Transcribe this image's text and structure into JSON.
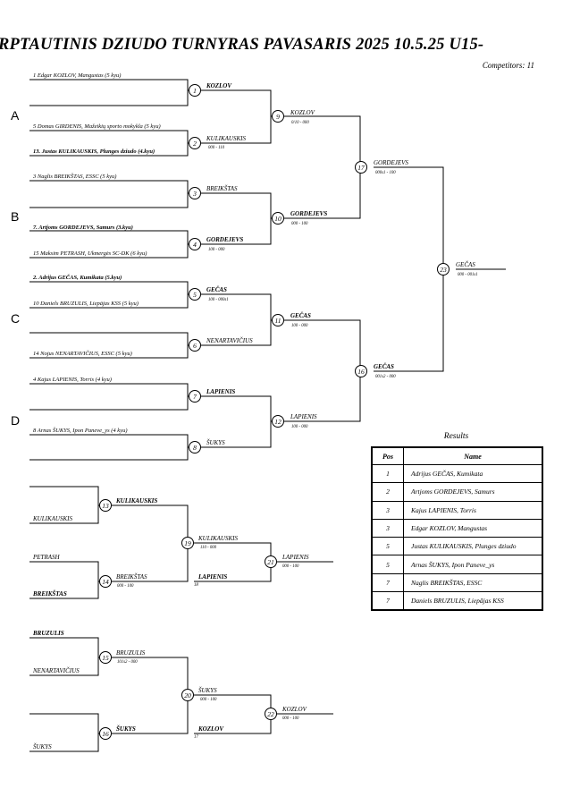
{
  "header": {
    "title": "RPTAUTINIS DZIUDO TURNYRAS PAVASARIS 2025  10.5.25     U15-",
    "competitors": "Competitors: 11"
  },
  "pools": [
    "A",
    "B",
    "C",
    "D"
  ],
  "entries": [
    "1  Edgar KOZLOV, Mangustas (5 kyu)",
    "5  Domas GIRDENIS, Mažeikių sporto mokykla (5 kyu)",
    "13. Justas KULIKAUSKIS, Plunges dziudo (4.kyu)",
    "3  Naglis BREIKŠTAS, ESSC (5 kyu)",
    "7. Artjoms GORDEJEVS, Samurs (3.kyu)",
    "15  Maksim PETRASH, Ukmergės SC-DK (6 kyu)",
    "2. Adrijus GEČAS, Kumikata (5.kyu)",
    "10  Daniels BRUZULIS, Liepājas KSS (5 kyu)",
    "14  Nojus NENARTAVIČIUS, ESSC (5 kyu)",
    "4  Kajus LAPIENIS, Torris (4 kyu)",
    "8  Arnas ŠUKYS, Ipon Paneve_ys (4 kyu)"
  ],
  "matches": {
    "m1": {
      "num": "1",
      "winner": "KOZLOV",
      "score": ""
    },
    "m2": {
      "num": "2",
      "winner": "KULIKAUSKIS",
      "score": "000 - 110"
    },
    "m3": {
      "num": "3",
      "winner": "BREIKŠTAS",
      "score": ""
    },
    "m4": {
      "num": "4",
      "winner": "GORDEJEVS",
      "score": "100 - 000"
    },
    "m5": {
      "num": "5",
      "winner": "GEČAS",
      "score": "100 - 000s1"
    },
    "m6": {
      "num": "6",
      "winner": "NENARTAVIČIUS",
      "score": ""
    },
    "m7": {
      "num": "7",
      "winner": "LAPIENIS",
      "score": ""
    },
    "m8": {
      "num": "8",
      "winner": "ŠUKYS",
      "score": ""
    },
    "m9": {
      "num": "9",
      "winner": "KOZLOV",
      "score": "0/10 - 000"
    },
    "m10": {
      "num": "10",
      "winner": "GORDEJEVS",
      "score": "000 - 100"
    },
    "m11": {
      "num": "11",
      "winner": "GEČAS",
      "score": "100 - 000"
    },
    "m12": {
      "num": "12",
      "winner": "LAPIENIS",
      "score": "100 - 000"
    },
    "m16": {
      "num": "16",
      "winner": "GEČAS",
      "score": "001s2 - 000"
    },
    "m17": {
      "num": "17",
      "winner": "GORDEJEVS",
      "score": "000s1 - 100"
    },
    "m23": {
      "num": "23",
      "winner": "GEČAS",
      "score": "000 - 001s1"
    }
  },
  "repechage_1": {
    "m13": {
      "num": "13",
      "top": "",
      "bottom": "KULIKAUSKIS",
      "winner": "KULIKAUSKIS"
    },
    "m14": {
      "num": "14",
      "top": "PETRASH",
      "bottom": "BREIKŠTAS",
      "winner": "BREIKŠTAS",
      "score": "000 - 100"
    },
    "m19": {
      "num": "19",
      "winner": "KULIKAUSKIS",
      "score": "110 - 000",
      "other": "LAPIENIS",
      "note": "18"
    },
    "m21": {
      "num": "21",
      "winner": "LAPIENIS",
      "score": "000 - 100"
    }
  },
  "repechage_2": {
    "m15": {
      "num": "15",
      "top": "BRUZULIS",
      "bottom": "NENARTAVIČIUS",
      "winner": "BRUZULIS",
      "score": "101s2 - 000"
    },
    "m16b": {
      "num": "16",
      "top": "",
      "bottom": "ŠUKYS",
      "winner": "ŠUKYS"
    },
    "m20": {
      "num": "20",
      "winner": "ŠUKYS",
      "score": "000 - 100",
      "other": "KOZLOV",
      "note": "17"
    },
    "m22": {
      "num": "22",
      "winner": "KOZLOV",
      "score": "000 - 100"
    }
  },
  "results": {
    "title": "Results",
    "headers": {
      "pos": "Pos",
      "name": "Name"
    },
    "rows": [
      {
        "pos": "1",
        "name": "Adrijus GEČAS, Kumikata"
      },
      {
        "pos": "2",
        "name": "Artjoms GORDEJEVS, Samurs"
      },
      {
        "pos": "3",
        "name": "Kajus LAPIENIS, Torris"
      },
      {
        "pos": "3",
        "name": "Edgar KOZLOV, Mangustas"
      },
      {
        "pos": "5",
        "name": "Justas KULIKAUSKIS, Plunges dziudo"
      },
      {
        "pos": "5",
        "name": "Arnas ŠUKYS, Ipon Paneve_ys"
      },
      {
        "pos": "7",
        "name": "Naglis BREIKŠTAS, ESSC"
      },
      {
        "pos": "7",
        "name": "Daniels BRUZULIS, Liepājas KSS"
      }
    ]
  }
}
